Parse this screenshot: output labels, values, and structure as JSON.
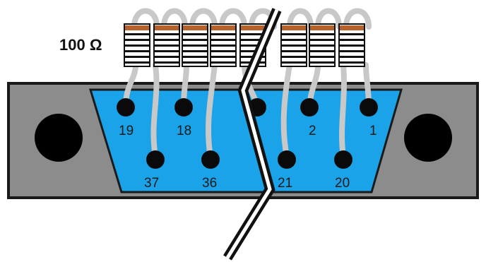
{
  "resistor_label": "100 Ω",
  "pin_labels": {
    "p19": "19",
    "p18": "18",
    "p2": "2",
    "p1": "1",
    "p37": "37",
    "p36": "36",
    "p21": "21",
    "p20": "20"
  },
  "colors": {
    "shell": "#8c8c8c",
    "shell_stroke": "#1a1a1a",
    "insert": "#1aa3e8",
    "pin": "#0a0a0a",
    "wire": "#c8c8c8",
    "resistor_body": "#ffffff",
    "resistor_band": "#b5622b",
    "resistor_stripe": "#111111",
    "break_line": "#111111"
  }
}
